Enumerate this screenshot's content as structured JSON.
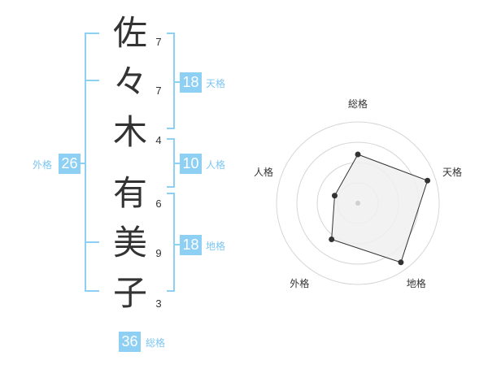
{
  "colors": {
    "bracket": "#8ecff4",
    "badge": "#8ecff4",
    "label": "#7cc6f2",
    "chart_fill": "#f0f0f0",
    "chart_line": "#333333"
  },
  "name": {
    "characters": [
      {
        "char": "佐",
        "strokes": "7"
      },
      {
        "char": "々",
        "strokes": "7"
      },
      {
        "char": "木",
        "strokes": "4"
      },
      {
        "char": "有",
        "strokes": "6"
      },
      {
        "char": "美",
        "strokes": "9"
      },
      {
        "char": "子",
        "strokes": "3"
      }
    ]
  },
  "scores": {
    "tenkaku": {
      "value": "18",
      "label": "天格"
    },
    "jinkaku": {
      "value": "10",
      "label": "人格"
    },
    "chikaku": {
      "value": "18",
      "label": "地格"
    },
    "gaikaku": {
      "value": "26",
      "label": "外格"
    },
    "soukaku": {
      "value": "36",
      "label": "総格"
    }
  },
  "chart_data": {
    "type": "radar",
    "axes": [
      "総格",
      "天格",
      "地格",
      "外格",
      "人格"
    ],
    "values": [
      0.6,
      0.9,
      0.9,
      0.55,
      0.3
    ],
    "rings": 4,
    "grid": true
  }
}
